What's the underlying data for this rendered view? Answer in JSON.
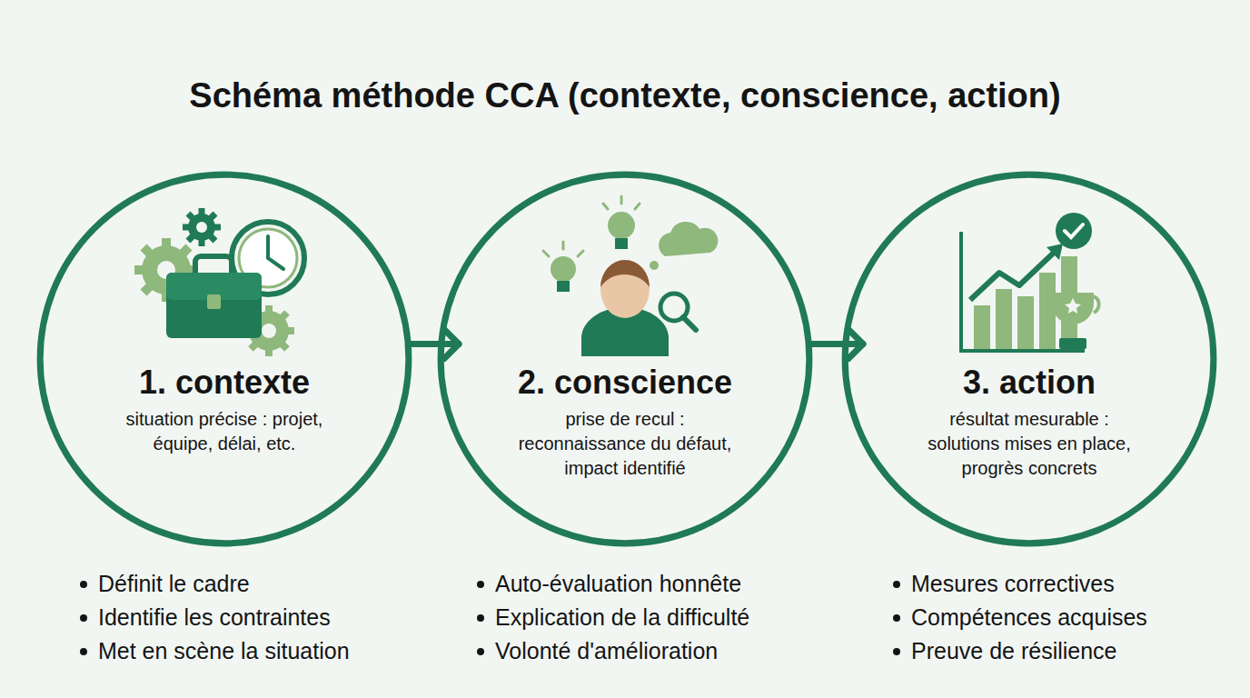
{
  "diagram": {
    "title": "Schéma méthode CCA (contexte, conscience, action)",
    "nodes": [
      {
        "text": [
          "1. contexte",
          "situation précise : projet, équipe, délai, etc."
        ]
      },
      {
        "text": [
          "2. conscience",
          "prise de recul : reconnaissance du défaut, impact identifié"
        ]
      },
      {
        "text": [
          "3. action",
          "résultat mesurable : solutions mises en place, progrès concrets"
        ]
      }
    ],
    "edges": [
      {
        "from": 0,
        "to": 1,
        "arrow": "to"
      },
      {
        "from": 1,
        "to": 2,
        "arrow": "to"
      }
    ],
    "labels": [
      "Définit le cadre",
      "Identifie les contraintes",
      "Met en scène la situation",
      "Auto-évaluation honnête",
      "Explication de la difficulté",
      "Volonté d'amélioration",
      "Mesures correctives",
      "Compétences acquises",
      "Preuve de résilience"
    ]
  }
}
